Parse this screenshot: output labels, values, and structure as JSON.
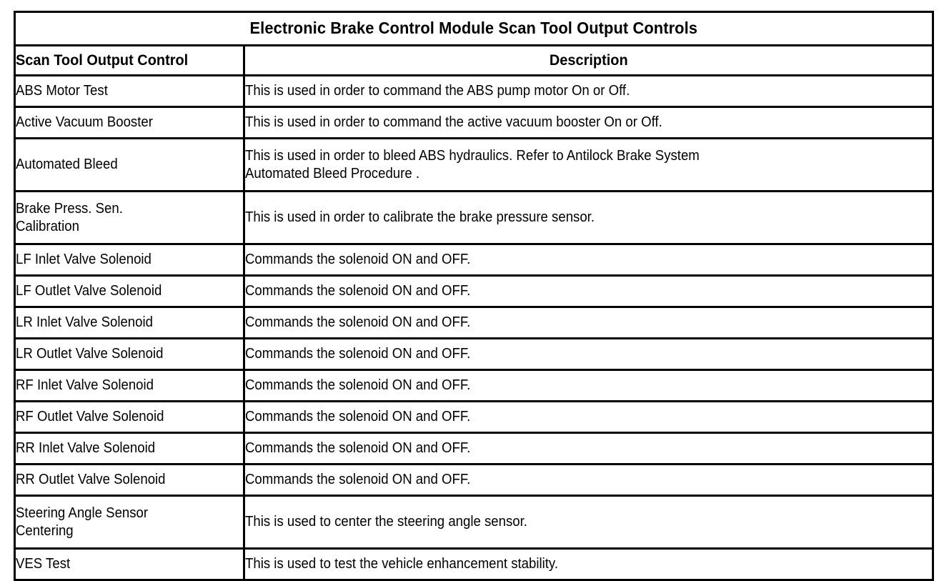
{
  "table": {
    "title": "Electronic Brake Control Module Scan Tool Output Controls",
    "columns": [
      {
        "key": "control",
        "label": "Scan Tool Output Control",
        "align": "left"
      },
      {
        "key": "description",
        "label": "Description",
        "align": "center"
      }
    ],
    "rows": [
      {
        "control": "ABS Motor Test",
        "description": "This is used in order to command the ABS pump motor On or Off.",
        "height": "single"
      },
      {
        "control": "Active Vacuum Booster",
        "description": "This is used in order to command the active vacuum booster On or Off.",
        "height": "single"
      },
      {
        "control": "Automated Bleed",
        "description": "This is used in order to bleed ABS hydraulics. Refer to Antilock Brake System\nAutomated Bleed Procedure .",
        "height": "double"
      },
      {
        "control": "Brake Press. Sen.\nCalibration",
        "description": "This is used in order to calibrate the brake pressure sensor.",
        "height": "double"
      },
      {
        "control": "LF Inlet Valve Solenoid",
        "description": "Commands the solenoid ON and OFF.",
        "height": "single"
      },
      {
        "control": "LF Outlet Valve Solenoid",
        "description": "Commands the solenoid ON and OFF.",
        "height": "single"
      },
      {
        "control": "LR Inlet Valve Solenoid",
        "description": "Commands the solenoid ON and OFF.",
        "height": "single"
      },
      {
        "control": "LR Outlet Valve Solenoid",
        "description": "Commands the solenoid ON and OFF.",
        "height": "single"
      },
      {
        "control": "RF Inlet Valve Solenoid",
        "description": "Commands the solenoid ON and OFF.",
        "height": "single"
      },
      {
        "control": "RF Outlet Valve Solenoid",
        "description": "Commands the solenoid ON and OFF.",
        "height": "single"
      },
      {
        "control": "RR Inlet Valve Solenoid",
        "description": "Commands the solenoid ON and OFF.",
        "height": "single"
      },
      {
        "control": "RR Outlet Valve Solenoid",
        "description": "Commands the solenoid ON and OFF.",
        "height": "single"
      },
      {
        "control": "Steering Angle Sensor\nCentering",
        "description": "This is used to center the steering angle sensor.",
        "height": "double"
      },
      {
        "control": "VES Test",
        "description": "This is used to test the vehicle enhancement stability.",
        "height": "single"
      }
    ]
  },
  "style": {
    "border_color": "#000000",
    "text_color": "#000000",
    "background": "#ffffff"
  }
}
